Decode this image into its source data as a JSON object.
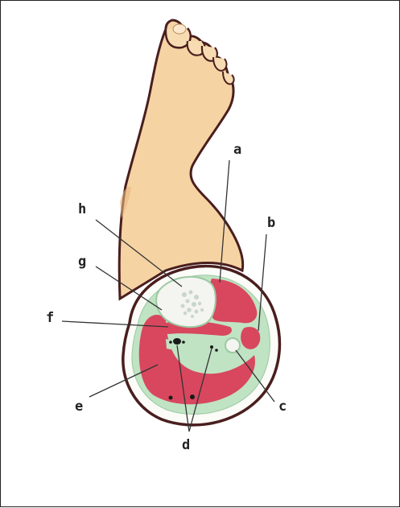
{
  "labels": {
    "a": "a",
    "b": "b",
    "c": "c",
    "d": "d",
    "e": "e",
    "f": "f",
    "g": "g",
    "h": "h"
  },
  "colors": {
    "skin": "#f5d3a3",
    "skin_shade": "#e8b880",
    "outline": "#4a1e1e",
    "muscle": "#d8475e",
    "muscle_light": "#e56a7e",
    "fascia": "#bfe3c3",
    "bone": "#f4f4f0",
    "leader": "#333333"
  }
}
